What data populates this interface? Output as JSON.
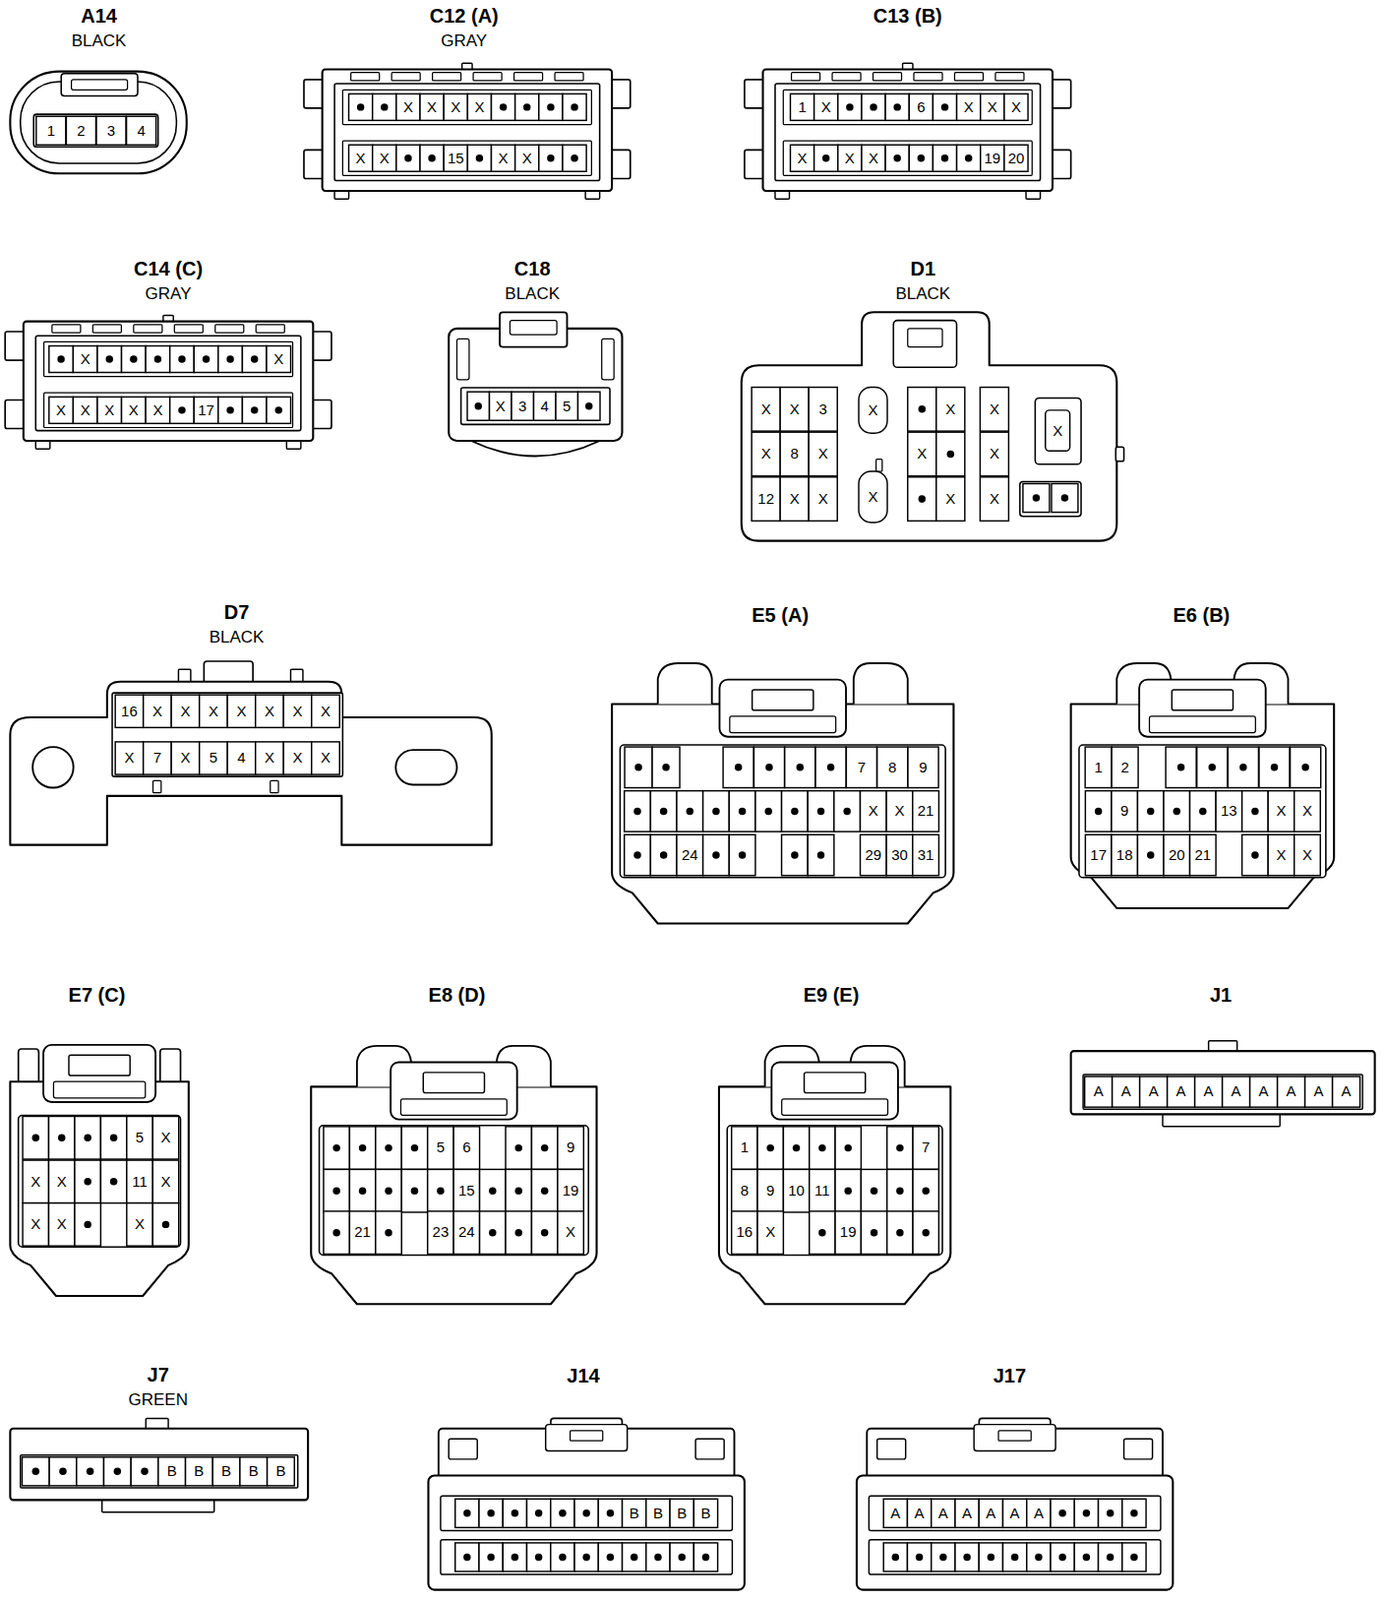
{
  "diagram": {
    "nodes": [
      {
        "text": [
          "A14",
          "BLACK"
        ]
      },
      {
        "text": [
          "C12 (A)",
          "GRAY"
        ]
      },
      {
        "text": [
          "C13 (B)"
        ]
      },
      {
        "text": [
          "C14 (C)",
          "GRAY"
        ]
      },
      {
        "text": [
          "C18",
          "BLACK"
        ]
      },
      {
        "text": [
          "D1",
          "BLACK"
        ]
      },
      {
        "text": [
          "D7",
          "BLACK"
        ]
      },
      {
        "text": [
          "E5 (A)"
        ]
      },
      {
        "text": [
          "E6 (B)"
        ]
      },
      {
        "text": [
          "E7 (C)"
        ]
      },
      {
        "text": [
          "E8 (D)"
        ]
      },
      {
        "text": [
          "E9 (E)"
        ]
      },
      {
        "text": [
          "J1"
        ]
      },
      {
        "text": [
          "J7",
          "GREEN"
        ]
      },
      {
        "text": [
          "J14"
        ]
      },
      {
        "text": [
          "J17"
        ]
      }
    ],
    "labels": [
      "1",
      "2",
      "3",
      "4",
      "X",
      "X",
      "X",
      "X",
      "X",
      "X",
      "15",
      "X",
      "X",
      "1",
      "X",
      "6",
      "X",
      "X",
      "X",
      "X",
      "X",
      "X",
      "19",
      "20",
      "X",
      "X",
      "X",
      "X",
      "X",
      "X",
      "X",
      "17",
      "X",
      "3",
      "4",
      "5",
      "X",
      "X",
      "3",
      "X",
      "8",
      "X",
      "12",
      "X",
      "X",
      "X",
      "X",
      "X",
      "X",
      "X",
      "X",
      "X",
      "X",
      "X",
      "16",
      "X",
      "X",
      "X",
      "X",
      "X",
      "X",
      "X",
      "X",
      "7",
      "X",
      "5",
      "4",
      "X",
      "X",
      "X",
      "7",
      "8",
      "9",
      "X",
      "X",
      "21",
      "24",
      "29",
      "30",
      "31",
      "1",
      "2",
      "9",
      "13",
      "X",
      "X",
      "17",
      "18",
      "20",
      "21",
      "X",
      "X",
      "5",
      "X",
      "X",
      "X",
      "11",
      "X",
      "X",
      "X",
      "X",
      "5",
      "6",
      "9",
      "15",
      "19",
      "21",
      "23",
      "24",
      "X",
      "1",
      "7",
      "8",
      "9",
      "10",
      "11",
      "16",
      "X",
      "19",
      "A",
      "A",
      "A",
      "A",
      "A",
      "A",
      "A",
      "A",
      "A",
      "A",
      "B",
      "B",
      "B",
      "B",
      "B",
      "B",
      "B",
      "B",
      "B",
      "A",
      "A",
      "A",
      "A",
      "A",
      "A",
      "A"
    ]
  }
}
